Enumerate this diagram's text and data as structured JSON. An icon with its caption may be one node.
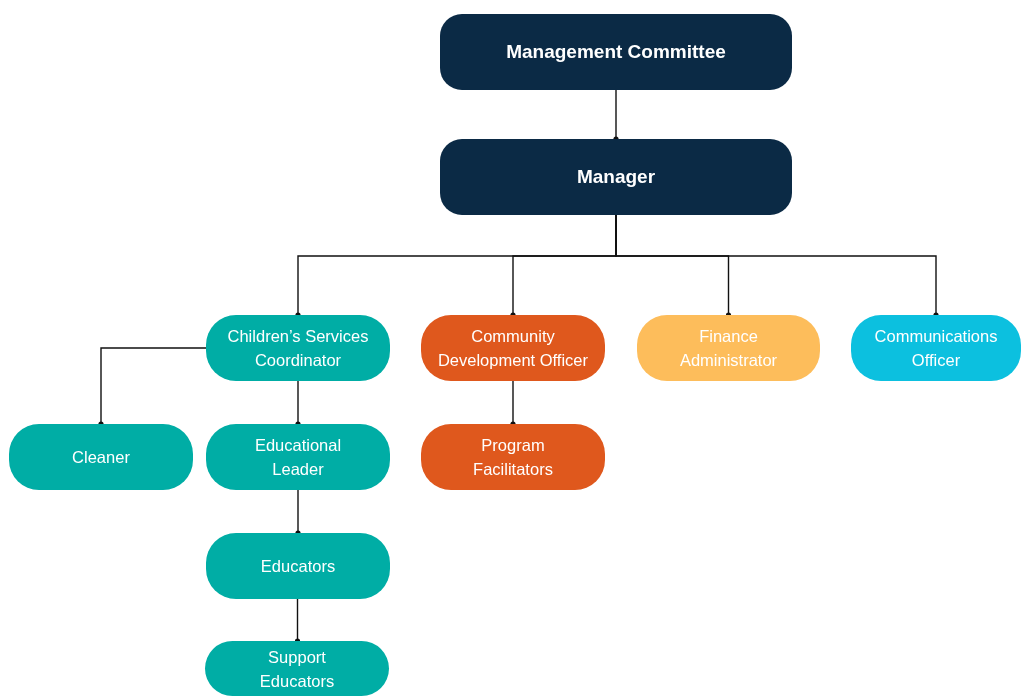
{
  "diagram": {
    "nodes": [
      {
        "text": [
          "Management Committee"
        ]
      },
      {
        "text": [
          "Manager"
        ]
      },
      {
        "text": [
          "Children’s Services Coordinator"
        ]
      },
      {
        "text": [
          "Community Development Officer"
        ]
      },
      {
        "text": [
          "Finance Administrator"
        ]
      },
      {
        "text": [
          "Communications Officer"
        ]
      },
      {
        "text": [
          "Cleaner"
        ]
      },
      {
        "text": [
          "Educational Leader"
        ]
      },
      {
        "text": [
          "Program Facilitators"
        ]
      },
      {
        "text": [
          "Educators"
        ]
      },
      {
        "text": [
          "Support Educators"
        ]
      }
    ],
    "edges": [
      {
        "from": 0,
        "to": 1,
        "arrow": "other"
      },
      {
        "from": 1,
        "to": 2,
        "arrow": "other"
      },
      {
        "from": 1,
        "to": 3,
        "arrow": "other"
      },
      {
        "from": 1,
        "to": 4,
        "arrow": "other"
      },
      {
        "from": 1,
        "to": 5,
        "arrow": "other"
      },
      {
        "from": 2,
        "to": 6,
        "arrow": "other"
      },
      {
        "from": 2,
        "to": 7,
        "arrow": "other"
      },
      {
        "from": 3,
        "to": 8,
        "arrow": "other"
      },
      {
        "from": 7,
        "to": 9,
        "arrow": "other"
      },
      {
        "from": 9,
        "to": 10,
        "arrow": "other"
      }
    ]
  }
}
